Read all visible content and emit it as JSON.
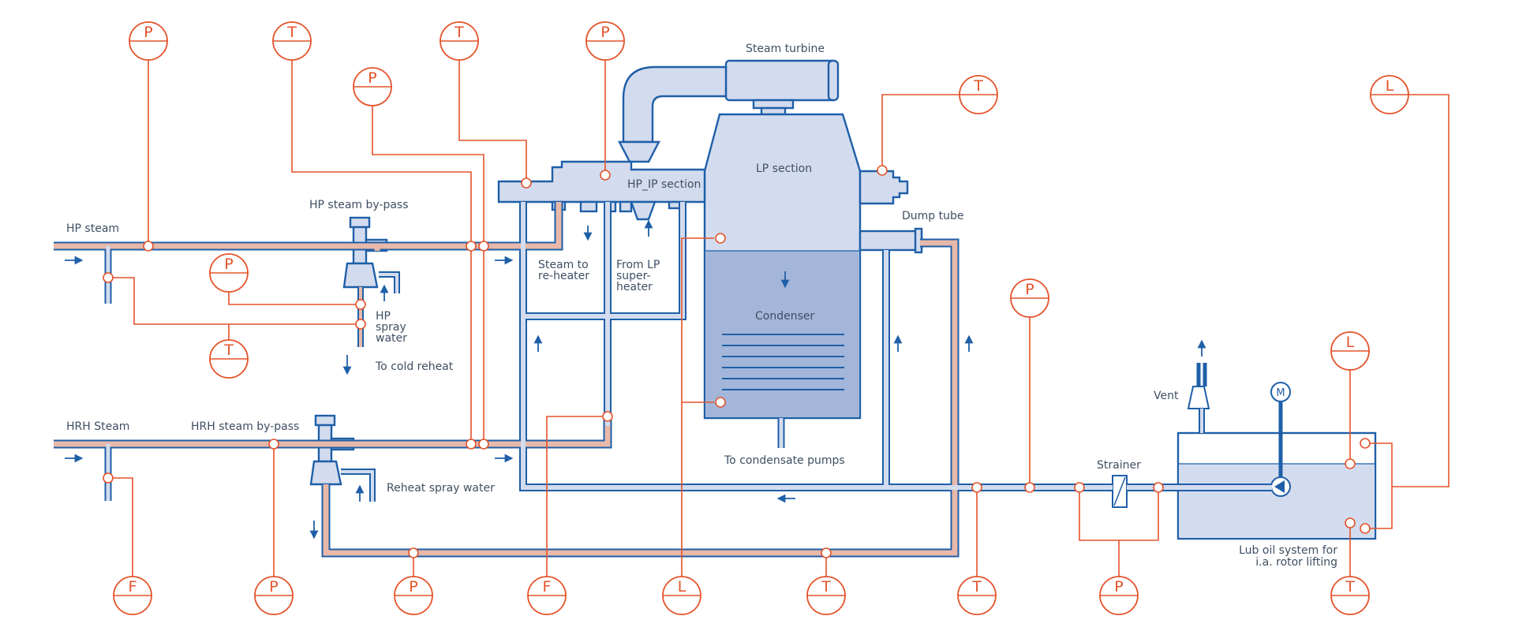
{
  "labels": {
    "steam_turbine": "Steam turbine",
    "lp_section": "LP section",
    "hp_ip_section": "HP_IP section",
    "hp_steam": "HP steam",
    "hp_bypass": "HP steam by-pass",
    "dump_tube": "Dump tube",
    "steam_to_reheater": [
      "Steam to",
      "re-heater"
    ],
    "from_lp_superheater": [
      "From LP",
      "super-",
      "heater"
    ],
    "hp_spray_water": [
      "HP",
      "spray",
      "water"
    ],
    "to_cold_reheat": "To cold reheat",
    "condenser": "Condenser",
    "hrh_steam": "HRH Steam",
    "hrh_bypass": "HRH steam by-pass",
    "to_condensate_pumps": "To condensate pumps",
    "reheat_spray_water": "Reheat spray water",
    "vent": "Vent",
    "strainer": "Strainer",
    "lub_oil_system": [
      "Lub oil system for",
      "i.a. rotor lifting"
    ],
    "motor": "M"
  },
  "instruments": [
    {
      "id": "top-p1",
      "letter": "P"
    },
    {
      "id": "top-t1",
      "letter": "T"
    },
    {
      "id": "top-p2",
      "letter": "P"
    },
    {
      "id": "top-t2",
      "letter": "T"
    },
    {
      "id": "top-p3",
      "letter": "P"
    },
    {
      "id": "top-t3",
      "letter": "T"
    },
    {
      "id": "top-l1",
      "letter": "L"
    },
    {
      "id": "mid-p",
      "letter": "P"
    },
    {
      "id": "mid-t",
      "letter": "T"
    },
    {
      "id": "oil-p",
      "letter": "P"
    },
    {
      "id": "tank-l",
      "letter": "L"
    },
    {
      "id": "bot-f1",
      "letter": "F"
    },
    {
      "id": "bot-p1",
      "letter": "P"
    },
    {
      "id": "bot-p2",
      "letter": "P"
    },
    {
      "id": "bot-f2",
      "letter": "F"
    },
    {
      "id": "bot-l",
      "letter": "L"
    },
    {
      "id": "bot-t1",
      "letter": "T"
    },
    {
      "id": "bot-t2",
      "letter": "T"
    },
    {
      "id": "bot-p3",
      "letter": "P"
    },
    {
      "id": "bot-t3",
      "letter": "T"
    }
  ],
  "colors": {
    "pipe_outline": "#1f5fa8",
    "pipe_fill_water": "#d3dcee",
    "pipe_fill_steam": "#e8b9aa",
    "instrument": "#e4532a",
    "condenser_water": "#a3b6d9",
    "text": "#3f4f63"
  }
}
